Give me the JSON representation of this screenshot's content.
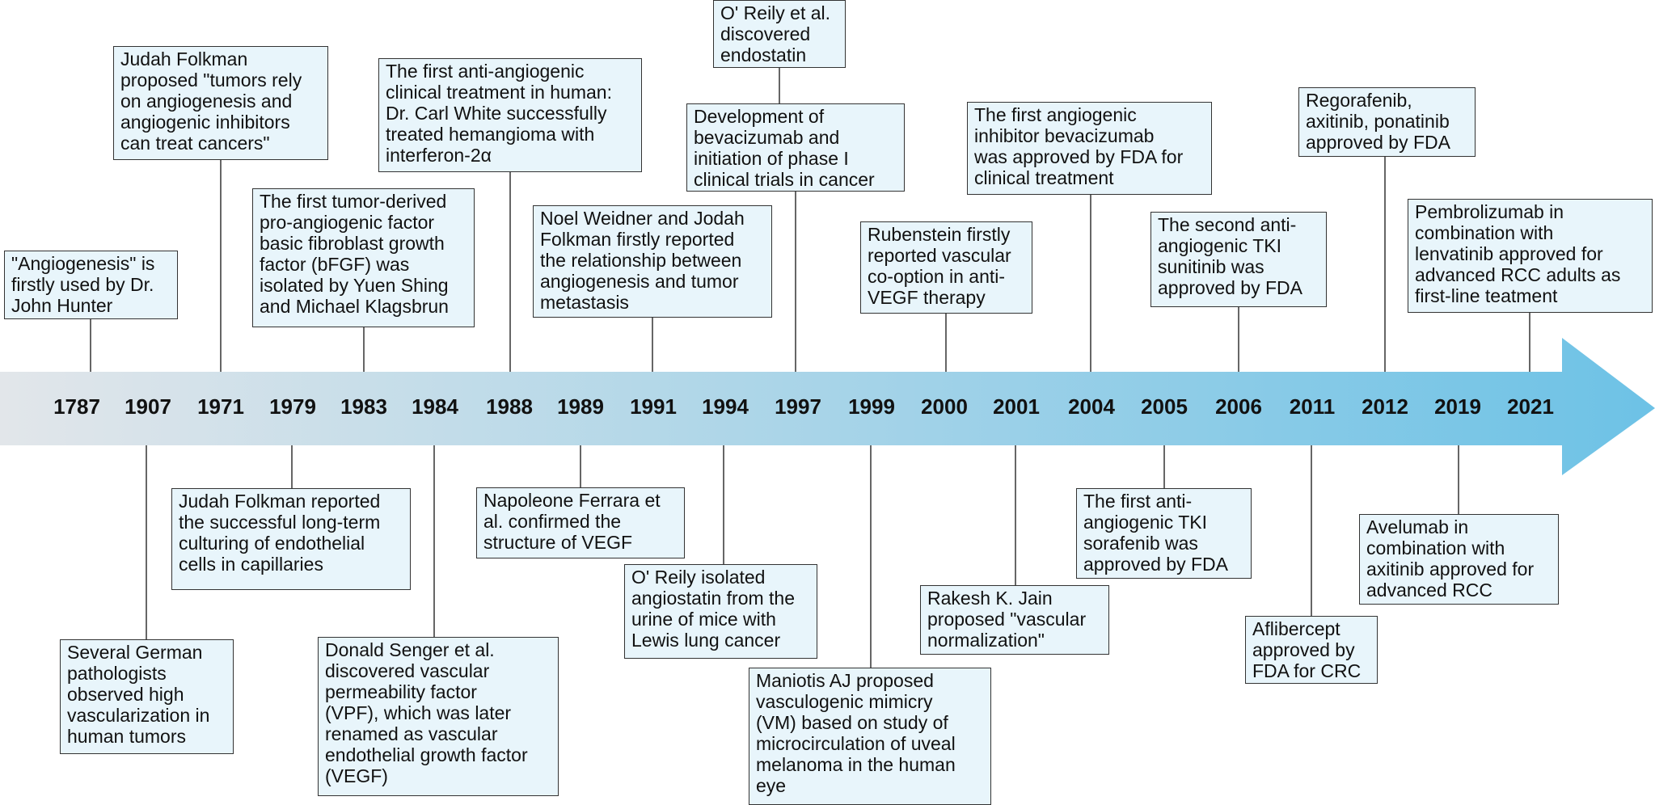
{
  "timeline": {
    "years": [
      "1787",
      "1907",
      "1971",
      "1979",
      "1983",
      "1984",
      "1988",
      "1989",
      "1991",
      "1994",
      "1997",
      "1999",
      "2000",
      "2001",
      "2004",
      "2005",
      "2006",
      "2011",
      "2012",
      "2019",
      "2021"
    ],
    "events": [
      {
        "id": "e1787",
        "year": "1787",
        "text": "\"Angiogenesis\" is\nfirstly used by Dr.\nJohn Hunter"
      },
      {
        "id": "e1907",
        "year": "1907",
        "text": "Several German\npathologists\nobserved high\nvascularization in\nhuman tumors"
      },
      {
        "id": "e1971",
        "year": "1971",
        "text": "Judah Folkman\nproposed \"tumors rely\non angiogenesis and\nangiogenic inhibitors\ncan treat cancers\""
      },
      {
        "id": "e1979",
        "year": "1979",
        "text": "Judah Folkman reported\nthe successful long-term\nculturing of endothelial\ncells in capillaries"
      },
      {
        "id": "e1983",
        "year": "1983",
        "text": "The first tumor-derived\npro-angiogenic factor\nbasic fibroblast growth\nfactor (bFGF) was\nisolated by Yuen Shing\nand Michael Klagsbrun"
      },
      {
        "id": "e1984",
        "year": "1984",
        "text": "Donald Senger et al.\ndiscovered vascular\npermeability factor\n(VPF), which was later\nrenamed as vascular\nendothelial growth factor\n(VEGF)"
      },
      {
        "id": "e1988",
        "year": "1988",
        "text": "The first anti-angiogenic\nclinical treatment in human:\nDr. Carl White successfully\ntreated hemangioma with\ninterferon-2α"
      },
      {
        "id": "e1989",
        "year": "1989",
        "text": "Napoleone Ferrara et\nal. confirmed the\nstructure of VEGF"
      },
      {
        "id": "e1991",
        "year": "1991",
        "text": "Noel Weidner and Jodah\nFolkman firstly reported\nthe relationship between\nangiogenesis and tumor\nmetastasis"
      },
      {
        "id": "e1994",
        "year": "1994",
        "text": "O' Reily isolated\nangiostatin from the\nurine of mice with\nLewis lung cancer"
      },
      {
        "id": "e1997a",
        "year": "1997",
        "text": "Development of\nbevacizumab and\ninitiation of phase I\nclinical trials in cancer"
      },
      {
        "id": "e1997b",
        "year": "1997",
        "text": "O' Reily et al.\ndiscovered\nendostatin"
      },
      {
        "id": "e1999",
        "year": "1999",
        "text": "Maniotis AJ proposed\nvasculogenic mimicry\n(VM) based on study of\nmicrocirculation of uveal\nmelanoma in the human\neye"
      },
      {
        "id": "e2000",
        "year": "2000",
        "text": "Rubenstein firstly\nreported vascular\nco-option in anti-\nVEGF therapy"
      },
      {
        "id": "e2001",
        "year": "2001",
        "text": "Rakesh K. Jain\nproposed \"vascular\nnormalization\""
      },
      {
        "id": "e2004",
        "year": "2004",
        "text": "The first angiogenic\ninhibitor bevacizumab\nwas approved by FDA for\nclinical treatment"
      },
      {
        "id": "e2005",
        "year": "2005",
        "text": "The first anti-\nangiogenic TKI\nsorafenib was\napproved by FDA"
      },
      {
        "id": "e2006",
        "year": "2006",
        "text": "The second anti-\nangiogenic TKI\nsunitinib was\napproved by FDA"
      },
      {
        "id": "e2011",
        "year": "2011",
        "text": "Aflibercept\napproved by\nFDA for CRC"
      },
      {
        "id": "e2012",
        "year": "2012",
        "text": "Regorafenib,\naxitinib, ponatinib\napproved by FDA"
      },
      {
        "id": "e2019",
        "year": "2019",
        "text": "Avelumab in\ncombination with\naxitinib approved for\nadvanced RCC"
      },
      {
        "id": "e2021",
        "year": "2021",
        "text": "Pembrolizumab in\ncombination with\nlenvatinib approved for\nadvanced RCC adults as\nfirst-line teatment"
      }
    ]
  },
  "colors": {
    "arrow_start": "#e2e6ea",
    "arrow_end": "#6dc2e6",
    "box_fill": "#e8f5fb",
    "box_border": "#333333",
    "connector": "#333333",
    "year_text": "#111111"
  }
}
